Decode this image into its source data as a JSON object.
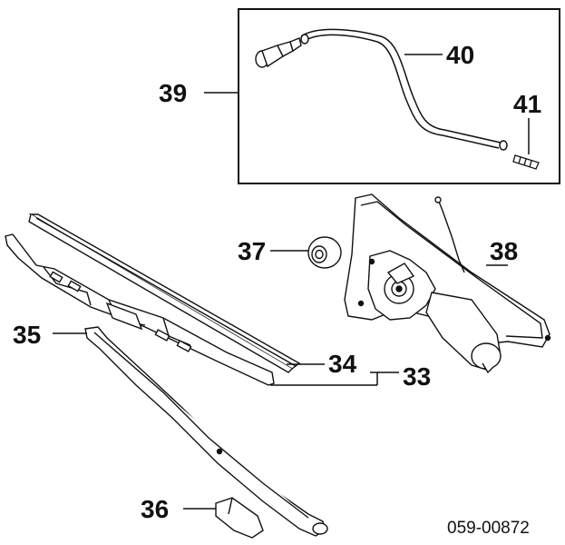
{
  "diagram": {
    "drawing_code": "059-00872",
    "callouts": {
      "c33": "33",
      "c34": "34",
      "c35": "35",
      "c36": "36",
      "c37": "37",
      "c38": "38",
      "c39": "39",
      "c40": "40",
      "c41": "41"
    }
  }
}
